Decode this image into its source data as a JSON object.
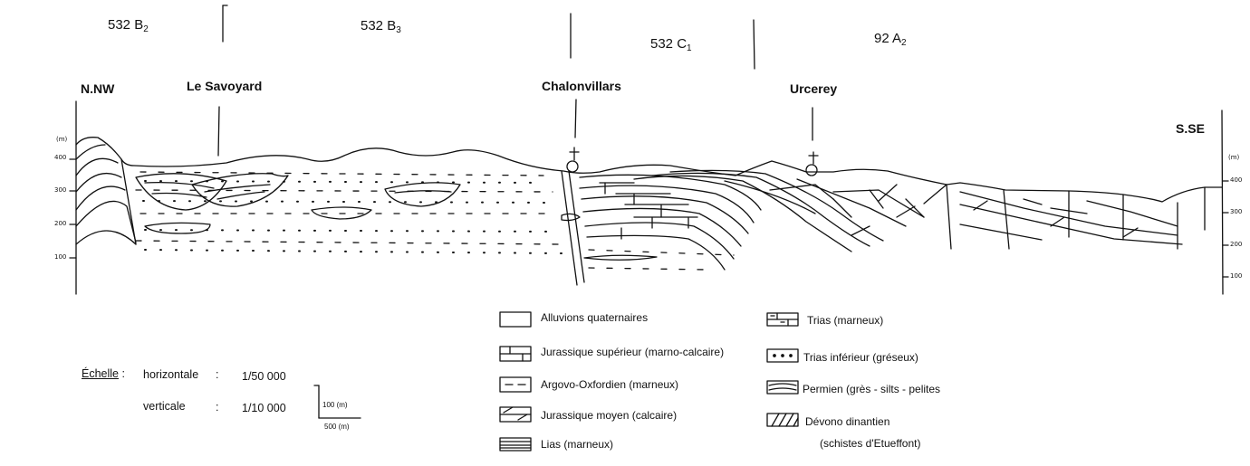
{
  "sheets": [
    {
      "base": "532 B",
      "sub": "2"
    },
    {
      "base": "532 B",
      "sub": "3"
    },
    {
      "base": "532 C",
      "sub": "1"
    },
    {
      "base": "92 A",
      "sub": "2"
    }
  ],
  "places": {
    "nnw": "N.NW",
    "savoyard": "Le Savoyard",
    "chalonvillars": "Chalonvillars",
    "urcerey": "Urcerey",
    "sse": "S.SE"
  },
  "axis_left": [
    "(m)",
    "400",
    "300",
    "200",
    "100"
  ],
  "axis_right": [
    "(m)",
    "400",
    "300",
    "200",
    "100"
  ],
  "scale": {
    "title": "Échelle",
    "colon": ":",
    "horizontal_label": "horizontale",
    "horizontal_colon": ":",
    "horizontal_value": "1/50 000",
    "vertical_label": "verticale",
    "vertical_colon": ":",
    "vertical_value": "1/10 000",
    "bar_vertical": "100 (m)",
    "bar_horizontal": "500 (m)"
  },
  "legend": [
    {
      "pattern": "alluvions",
      "label": "Alluvions quaternaires"
    },
    {
      "pattern": "jurassique-superieur",
      "label": "Jurassique supérieur (marno-calcaire)"
    },
    {
      "pattern": "argovo-oxfordien",
      "label": "Argovo-Oxfordien (marneux)"
    },
    {
      "pattern": "jurassique-moyen",
      "label": "Jurassique moyen (calcaire)"
    },
    {
      "pattern": "lias",
      "label": "Lias (marneux)"
    },
    {
      "pattern": "trias-marneux",
      "label": "Trias (marneux)"
    },
    {
      "pattern": "trias-inferieur",
      "label": "Trias inférieur (gréseux)"
    },
    {
      "pattern": "permien",
      "label": "Permien (grès - silts - pelites"
    },
    {
      "pattern": "devono-dinantien",
      "label": "Dévono dinantien"
    },
    {
      "pattern": "devono-dinantien-note",
      "label": "(schistes d'Etueffont)"
    }
  ]
}
